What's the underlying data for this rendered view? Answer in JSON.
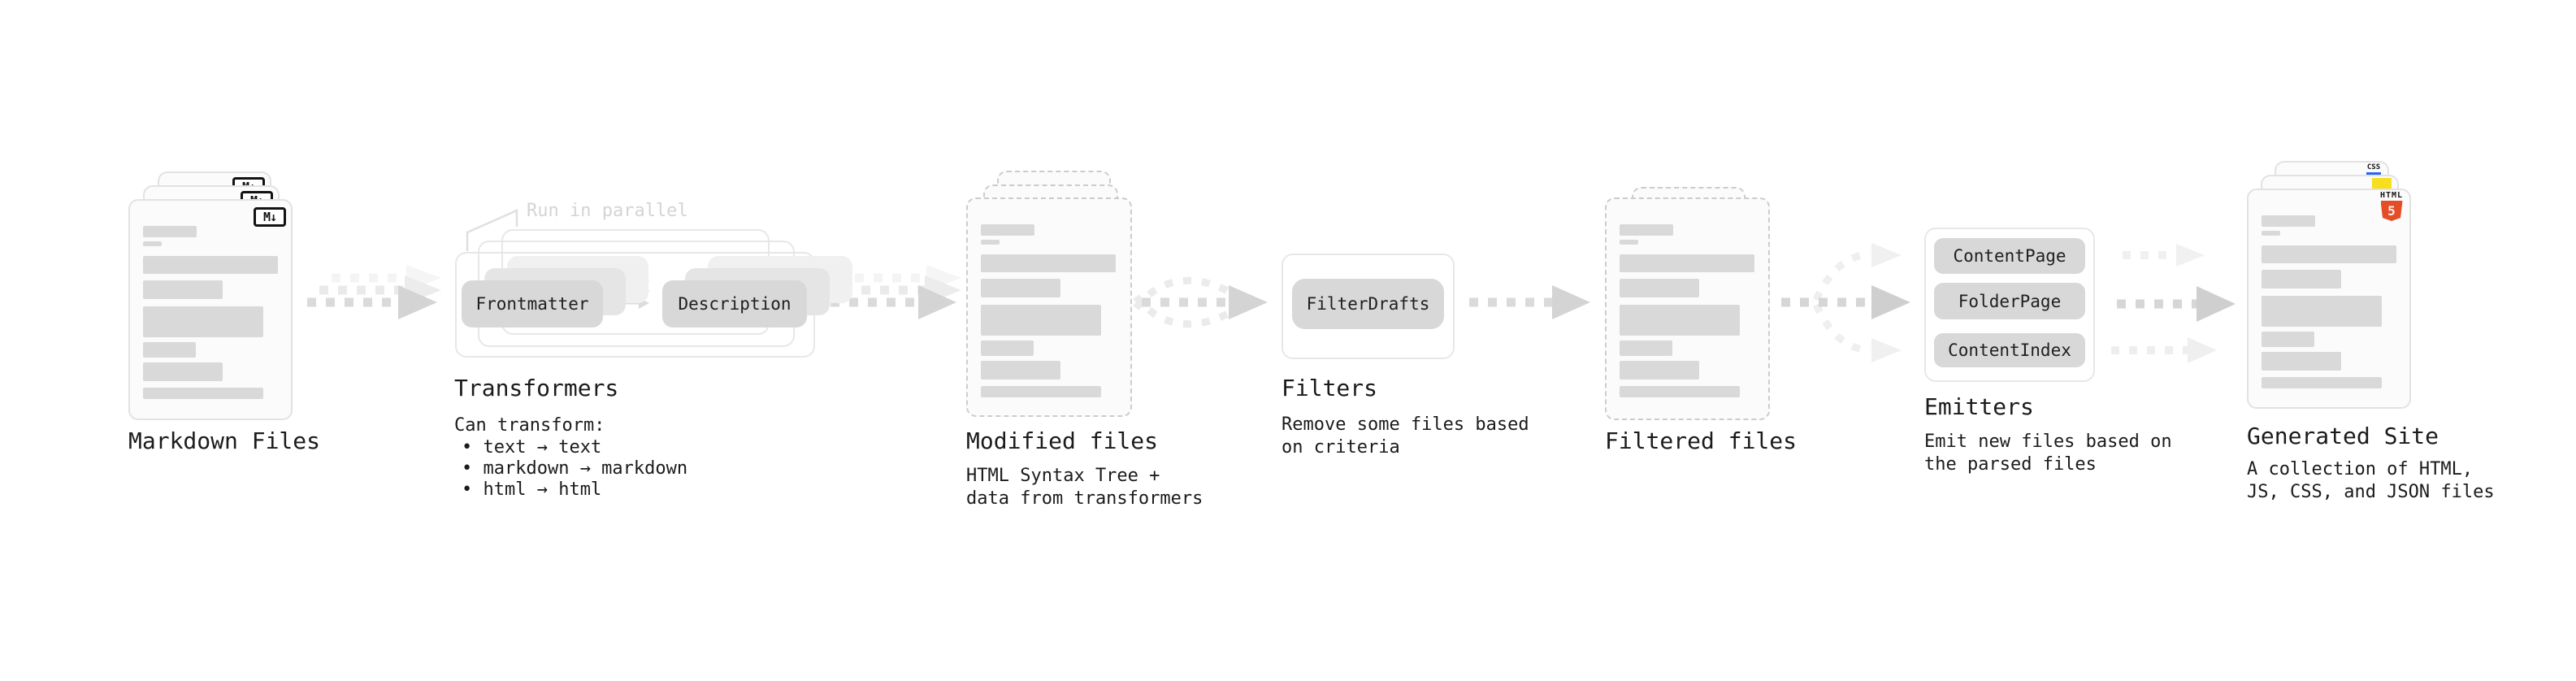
{
  "stages": {
    "markdown_files": {
      "label": "Markdown Files",
      "badge": "M↓"
    },
    "transformers": {
      "label": "Transformers",
      "annotation": "Run in parallel",
      "chips": [
        "Frontmatter",
        "Description"
      ],
      "caption_intro": "Can transform:",
      "bullets": [
        "• text → text",
        "• markdown → markdown",
        "• html → html"
      ]
    },
    "modified_files": {
      "label": "Modified files",
      "caption": "HTML Syntax Tree +\ndata from transformers"
    },
    "filters": {
      "label": "Filters",
      "chips": [
        "FilterDrafts"
      ],
      "caption": "Remove some files based\non criteria"
    },
    "filtered_files": {
      "label": "Filtered files"
    },
    "emitters": {
      "label": "Emitters",
      "chips": [
        "ContentPage",
        "FolderPage",
        "ContentIndex"
      ],
      "caption": "Emit new files based on\nthe parsed files"
    },
    "generated_site": {
      "label": "Generated Site",
      "caption": "A collection of HTML,\nJS, CSS, and JSON files",
      "badge_html_word": "HTML",
      "badge_html_shield": "5",
      "badge_css": "CSS"
    }
  },
  "colors": {
    "html5_orange": "#e44d26",
    "js_yellow": "#f7df1e",
    "css_blue": "#2965f1",
    "placeholder_gray": "#d9d9d9",
    "arrow_gray": "#d4d4d4"
  }
}
